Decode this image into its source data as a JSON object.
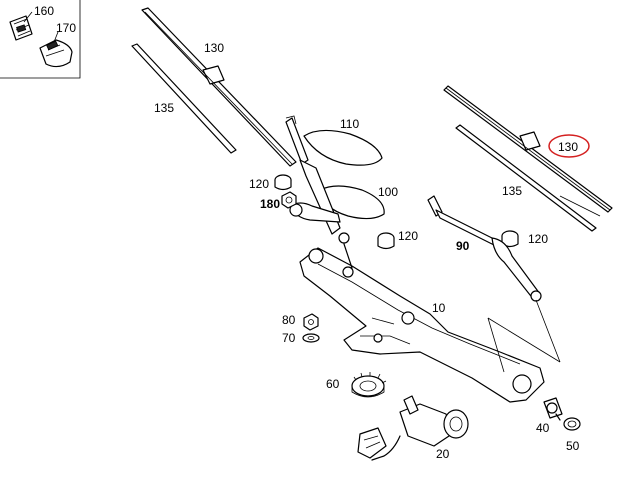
{
  "callouts": {
    "p160": "160",
    "p170": "170",
    "p130_left": "130",
    "p135_left": "135",
    "p110": "110",
    "p120_a": "120",
    "p100": "100",
    "p180": "180",
    "p120_b": "120",
    "p130_right": "130",
    "p135_right": "135",
    "p90": "90",
    "p120_c": "120",
    "p10": "10",
    "p80": "80",
    "p70": "70",
    "p60": "60",
    "p40": "40",
    "p50": "50",
    "p20": "20"
  },
  "highlight_color": "#d42020"
}
